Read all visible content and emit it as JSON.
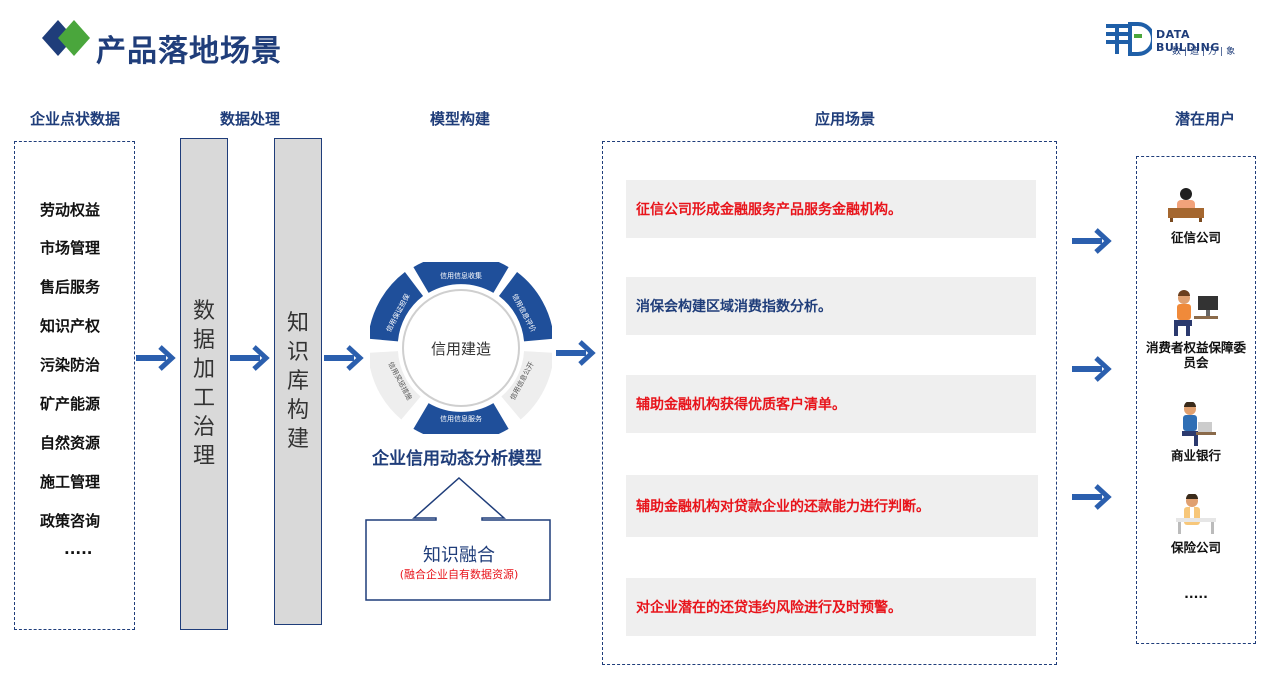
{
  "page": {
    "title": "产品落地场景",
    "logo": {
      "name": "DATA BUILDING",
      "sub": "数|造|万|象",
      "mark_color": "#1f5fa8"
    }
  },
  "colors": {
    "navy": "#1f3d7a",
    "blue": "#2b5fae",
    "red": "#e8141b",
    "gray": "#d9d9d9"
  },
  "columns": {
    "source": {
      "heading": "企业点状数据",
      "items": [
        "劳动权益",
        "市场管理",
        "售后服务",
        "知识产权",
        "污染防治",
        "矿产能源",
        "自然资源",
        "施工管理",
        "政策咨询",
        "....."
      ]
    },
    "processing": {
      "heading": "数据处理",
      "bar1": "数据加工治理",
      "bar2": "知识库构建"
    },
    "model": {
      "heading": "模型构建",
      "center": "信用建造",
      "segments": [
        "信用信息收集",
        "信用信息评价",
        "信用信息公开",
        "信用信息服务",
        "信用奖惩措施",
        "信用保证担保"
      ],
      "caption": "企业信用动态分析模型",
      "fusion_title": "知识融合",
      "fusion_sub": "(融合企业自有数据资源)"
    },
    "scenes": {
      "heading": "应用场景",
      "items": [
        {
          "text": "征信公司形成金融服务产品服务金融机构。",
          "color": "#e8141b"
        },
        {
          "text": "消保会构建区域消费指数分析。",
          "color": "#1f3d7a"
        },
        {
          "text": "辅助金融机构获得优质客户清单。",
          "color": "#e8141b"
        },
        {
          "text": "辅助金融机构对贷款企业的还款能力进行判断。",
          "color": "#e8141b"
        },
        {
          "text": "对企业潜在的还贷违约风险进行及时预警。",
          "color": "#e8141b"
        }
      ]
    },
    "users": {
      "heading": "潜在用户",
      "items": [
        "征信公司",
        "消费者权益保障委员会",
        "商业银行",
        "保险公司",
        "....."
      ]
    }
  }
}
